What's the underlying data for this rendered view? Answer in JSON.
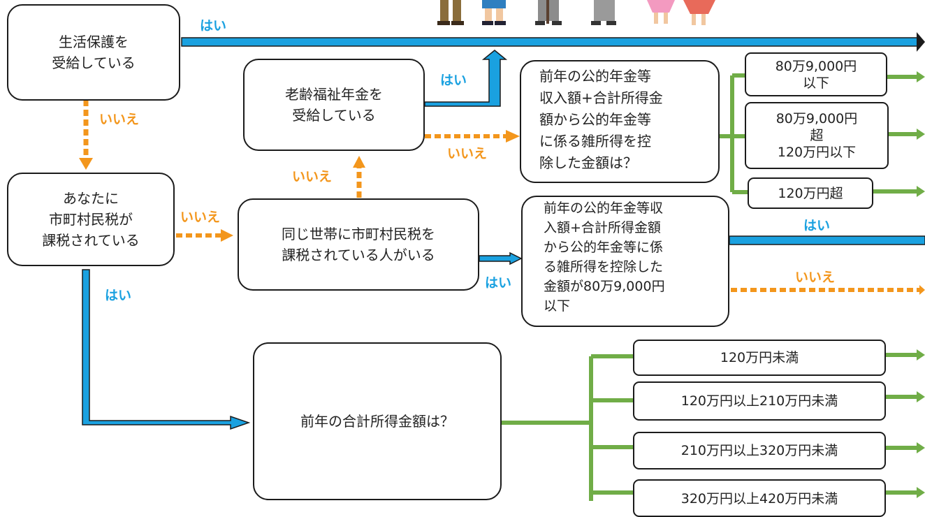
{
  "nodes": {
    "welfare": "生活保護を\n受給している",
    "municipal_tax": "あなたに\n市町村民税が\n課税されている",
    "old_age_pension": "老齢福祉年金を\n受給している",
    "household": "同じ世帯に市町村民税を\n課税されている人がいる",
    "pension_income_q": "前年の公的年金等\n収入額+合計所得金\n額から公的年金等\nに係る雑所得を控\n除した金額は？",
    "pension_income_809": "前年の公的年金等収\n入額+合計所得金額\nから公的年金等に係\nる雑所得を控除した\n金額が80万9,000円\n以下",
    "total_income_q": "前年の合計所得金額は？"
  },
  "options": {
    "opt1": "80万9,000円\n以下",
    "opt2": "80万9,000円\n超\n120万円以下",
    "opt3": "120万円超",
    "opt4": "120万円未満",
    "opt5": "120万円以上210万円未満",
    "opt6": "210万円以上320万円未満",
    "opt7": "320万円以上420万円未満"
  },
  "labels": {
    "yes": "はい",
    "no": "いいえ"
  },
  "colors": {
    "yes": "#1aa1e0",
    "no": "#f3961c",
    "branch": "#70ad47",
    "outline": "#1b1b1b"
  }
}
